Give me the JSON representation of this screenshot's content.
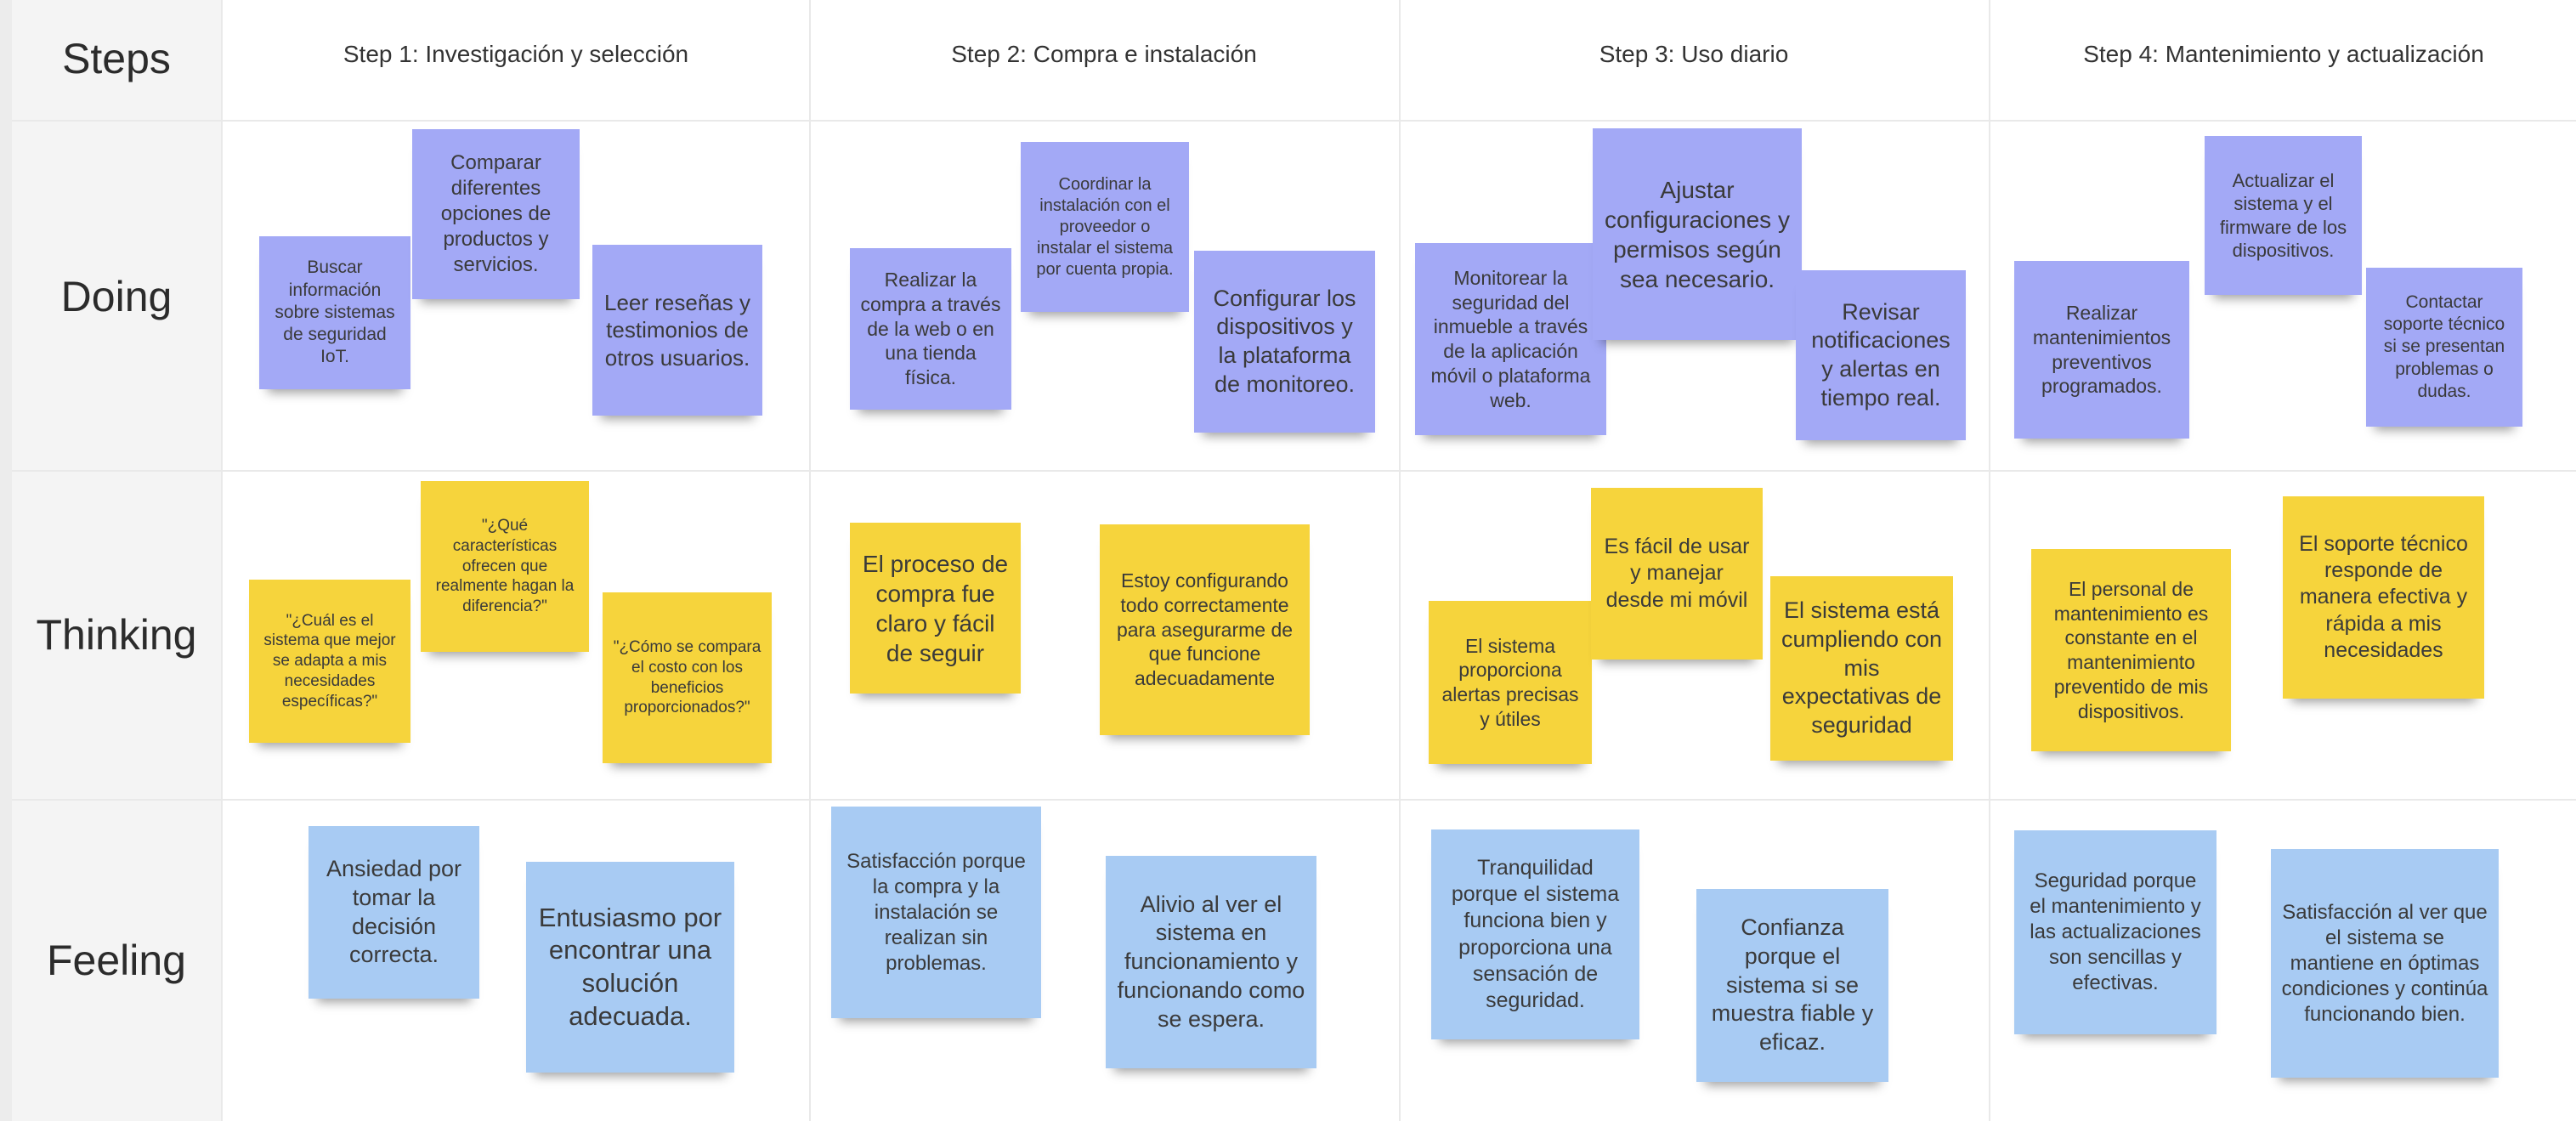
{
  "rows": {
    "steps": "Steps",
    "doing": "Doing",
    "thinking": "Thinking",
    "feeling": "Feeling"
  },
  "steps": [
    "Step 1: Investigación y selección",
    "Step 2: Compra e instalación",
    "Step 3: Uso diario",
    "Step 4: Mantenimiento y actualización"
  ],
  "colors": {
    "doing_note": "#a3a9f6",
    "thinking_note": "#f6d43c",
    "feeling_note": "#a8cbf3",
    "label_column": "#f4f4f4",
    "grid_line": "#e9e9e9"
  },
  "notes": {
    "doing": [
      "Buscar información sobre sistemas de seguridad IoT.",
      "Comparar diferentes opciones de productos y servicios.",
      "Leer reseñas y testimonios de otros usuarios.",
      "Realizar la compra a través de la web o en una tienda física.",
      "Coordinar la instalación con el proveedor o instalar el sistema por cuenta propia.",
      "Configurar los dispositivos y la plataforma de monitoreo.",
      "Monitorear la seguridad del inmueble a través de la aplicación móvil o plataforma web.",
      "Ajustar configuraciones y permisos según sea necesario.",
      "Revisar notificaciones y alertas en tiempo real.",
      "Realizar mantenimientos preventivos programados.",
      "Actualizar el sistema y el firmware de los dispositivos.",
      "Contactar soporte técnico si se presentan problemas o dudas."
    ],
    "thinking": [
      "\"¿Cuál es el sistema que mejor se adapta a mis necesidades específicas?\"",
      "\"¿Qué características ofrecen que realmente hagan la diferencia?\"",
      "\"¿Cómo se compara el costo con los beneficios proporcionados?\"",
      "El proceso de compra fue claro y fácil de seguir",
      "Estoy configurando todo correctamente para asegurarme de que funcione adecuadamente",
      "El sistema proporciona alertas precisas y útiles",
      "Es fácil de usar y manejar desde mi móvil",
      "El sistema está cumpliendo con mis expectativas de seguridad",
      "El personal de mantenimiento es constante en el mantenimiento preventido de mis dispositivos.",
      "El soporte técnico responde de manera efectiva y rápida a mis necesidades"
    ],
    "feeling": [
      "Ansiedad por tomar la decisión correcta.",
      "Entusiasmo por encontrar una solución adecuada.",
      "Satisfacción porque la compra y la instalación se realizan sin problemas.",
      "Alivio al ver el sistema en funcionamiento y funcionando como se espera.",
      "Tranquilidad porque el sistema funciona bien y proporciona una sensación de seguridad.",
      "Confianza porque el sistema si se muestra fiable y eficaz.",
      "Seguridad porque el mantenimiento y las actualizaciones son sencillas y efectivas.",
      "Satisfacción al ver que el sistema se mantiene en óptimas condiciones y continúa funcionando bien."
    ]
  }
}
